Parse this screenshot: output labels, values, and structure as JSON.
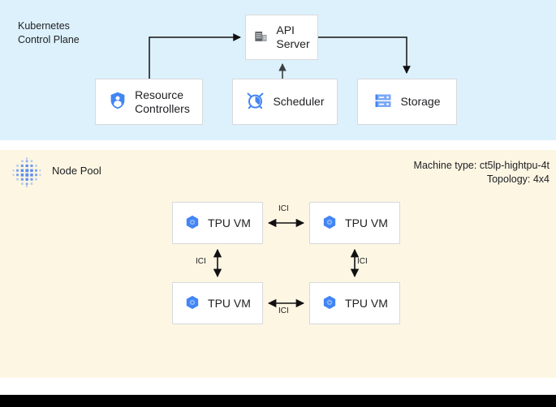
{
  "control_plane": {
    "title": "Kubernetes\nControl Plane",
    "background_color": "#ddf1fc",
    "nodes": [
      {
        "id": "api-server",
        "label": "API\nServer",
        "icon": "server-building-icon",
        "icon_color": "#5f6368"
      },
      {
        "id": "resource-controllers",
        "label": "Resource\nControllers",
        "icon": "shield-person-icon",
        "icon_color": "#4285f4"
      },
      {
        "id": "scheduler",
        "label": "Scheduler",
        "icon": "alarm-clock-icon",
        "icon_color": "#4285f4"
      },
      {
        "id": "storage",
        "label": "Storage",
        "icon": "server-rack-icon",
        "icon_color": "#4285f4"
      }
    ]
  },
  "node_pool": {
    "title": "Node Pool",
    "icon": "node-pool-dots-icon",
    "icon_color": "#5b8def",
    "background_color": "#fcf6e3",
    "machine_type": "Machine type: ct5lp-hightpu-4t",
    "topology": "Topology: 4x4",
    "vms": [
      {
        "id": "tpu-vm-0",
        "label": "TPU VM",
        "icon": "tpu-hexagon-icon"
      },
      {
        "id": "tpu-vm-1",
        "label": "TPU VM",
        "icon": "tpu-hexagon-icon"
      },
      {
        "id": "tpu-vm-2",
        "label": "TPU VM",
        "icon": "tpu-hexagon-icon"
      },
      {
        "id": "tpu-vm-3",
        "label": "TPU VM",
        "icon": "tpu-hexagon-icon"
      }
    ],
    "interconnects": [
      {
        "id": "ici-top",
        "label": "ICI",
        "from": "tpu-vm-0",
        "to": "tpu-vm-1",
        "orientation": "horizontal"
      },
      {
        "id": "ici-bottom",
        "label": "ICI",
        "from": "tpu-vm-2",
        "to": "tpu-vm-3",
        "orientation": "horizontal"
      },
      {
        "id": "ici-left",
        "label": "ICI",
        "from": "tpu-vm-0",
        "to": "tpu-vm-2",
        "orientation": "vertical"
      },
      {
        "id": "ici-right",
        "label": "ICI",
        "from": "tpu-vm-1",
        "to": "tpu-vm-3",
        "orientation": "vertical"
      }
    ]
  },
  "colors": {
    "accent_blue": "#4285f4",
    "icon_gray": "#5f6368",
    "box_border": "#d6dadd",
    "text": "#202124",
    "bottom_bar": "#000000"
  }
}
